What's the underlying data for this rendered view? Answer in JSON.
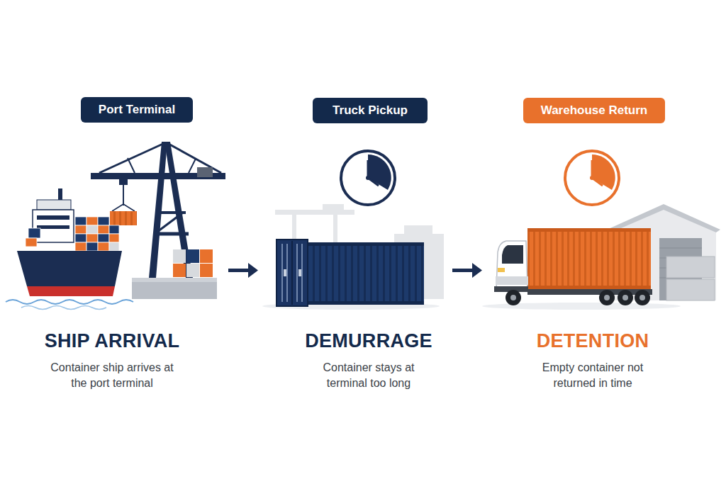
{
  "diagram": {
    "nodes": [
      {
        "text": [
          "Port Terminal"
        ]
      },
      {
        "text": [
          "Truck Pickup"
        ]
      },
      {
        "text": [
          "Warehouse Return"
        ]
      }
    ],
    "labels": [
      "SHIP ARRIVAL",
      "Container ship arrives at the port terminal",
      "DEMURRAGE",
      "Container stays at terminal too long",
      "DETENTION",
      "Empty container not returned in time"
    ]
  }
}
